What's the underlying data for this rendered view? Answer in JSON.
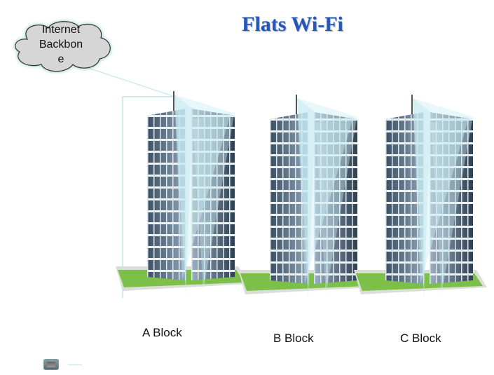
{
  "title": "Flats Wi-Fi",
  "cloud": {
    "lines": [
      "Internet",
      "Backbon",
      "e"
    ]
  },
  "blocks": [
    {
      "label": "A Block"
    },
    {
      "label": "B Block"
    },
    {
      "label": "C Block"
    }
  ],
  "colors": {
    "title": "#2656b8",
    "beam": "#bfe6ee",
    "grass": "#8bc34a"
  }
}
